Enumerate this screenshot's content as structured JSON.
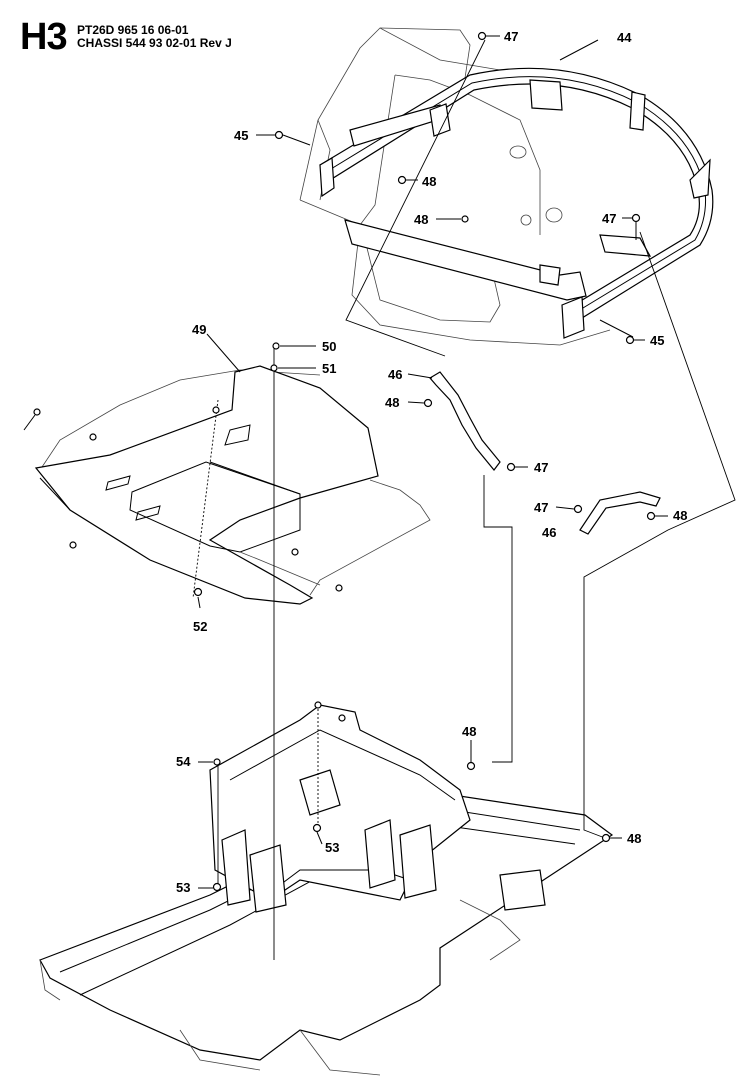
{
  "header": {
    "section_code": "H3",
    "line1": "PT26D 965 16 06-01",
    "line2": "CHASSI 544 93 02-01 Rev J"
  },
  "callouts": [
    {
      "id": "c44",
      "label": "44"
    },
    {
      "id": "c47a",
      "label": "47"
    },
    {
      "id": "c45a",
      "label": "45"
    },
    {
      "id": "c48a",
      "label": "48"
    },
    {
      "id": "c48b",
      "label": "48"
    },
    {
      "id": "c47b",
      "label": "47"
    },
    {
      "id": "c45b",
      "label": "45"
    },
    {
      "id": "c49",
      "label": "49"
    },
    {
      "id": "c50",
      "label": "50"
    },
    {
      "id": "c51",
      "label": "51"
    },
    {
      "id": "c46a",
      "label": "46"
    },
    {
      "id": "c48c",
      "label": "48"
    },
    {
      "id": "c47c",
      "label": "47"
    },
    {
      "id": "c47d",
      "label": "47"
    },
    {
      "id": "c48d",
      "label": "48"
    },
    {
      "id": "c46b",
      "label": "46"
    },
    {
      "id": "c52",
      "label": "52"
    },
    {
      "id": "c48e",
      "label": "48"
    },
    {
      "id": "c54",
      "label": "54"
    },
    {
      "id": "c53a",
      "label": "53"
    },
    {
      "id": "c53b",
      "label": "53"
    },
    {
      "id": "c48f",
      "label": "48"
    }
  ]
}
